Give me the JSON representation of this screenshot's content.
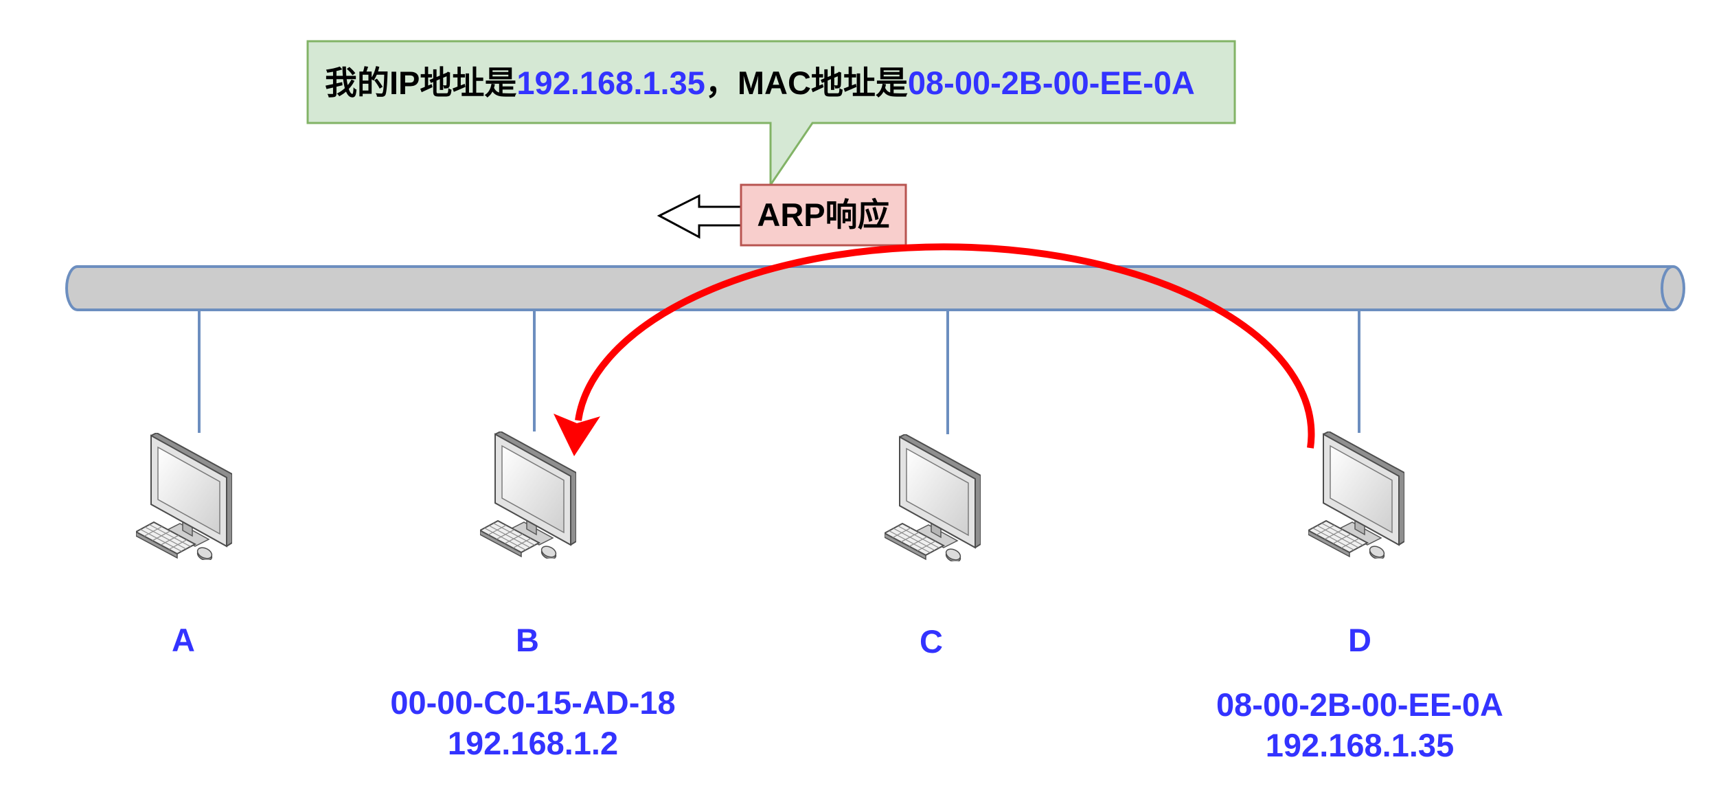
{
  "callout": {
    "segments": [
      {
        "text": "我的IP地址是",
        "color": "#000000"
      },
      {
        "text": "192.168.1.35",
        "color": "#3333ff"
      },
      {
        "text": "，MAC地址是",
        "color": "#000000"
      },
      {
        "text": "08-00-2B-00-EE-0A",
        "color": "#3333ff"
      }
    ],
    "fill": "#d5e8d4",
    "stroke": "#82b366"
  },
  "arp_box": {
    "label": "ARP响应",
    "fill": "#f8cecc",
    "stroke": "#b85450"
  },
  "bus": {
    "fill": "#cccccc",
    "stroke": "#6c8ebf"
  },
  "reply_arrow": {
    "color": "#ff0000"
  },
  "label_color": "#3333ff",
  "hosts": [
    {
      "name": "A",
      "icon": "computer-icon"
    },
    {
      "name": "B",
      "icon": "computer-icon",
      "mac": "00-00-C0-15-AD-18",
      "ip": "192.168.1.2"
    },
    {
      "name": "C",
      "icon": "computer-icon"
    },
    {
      "name": "D",
      "icon": "computer-icon",
      "mac": "08-00-2B-00-EE-0A",
      "ip": "192.168.1.35"
    }
  ]
}
